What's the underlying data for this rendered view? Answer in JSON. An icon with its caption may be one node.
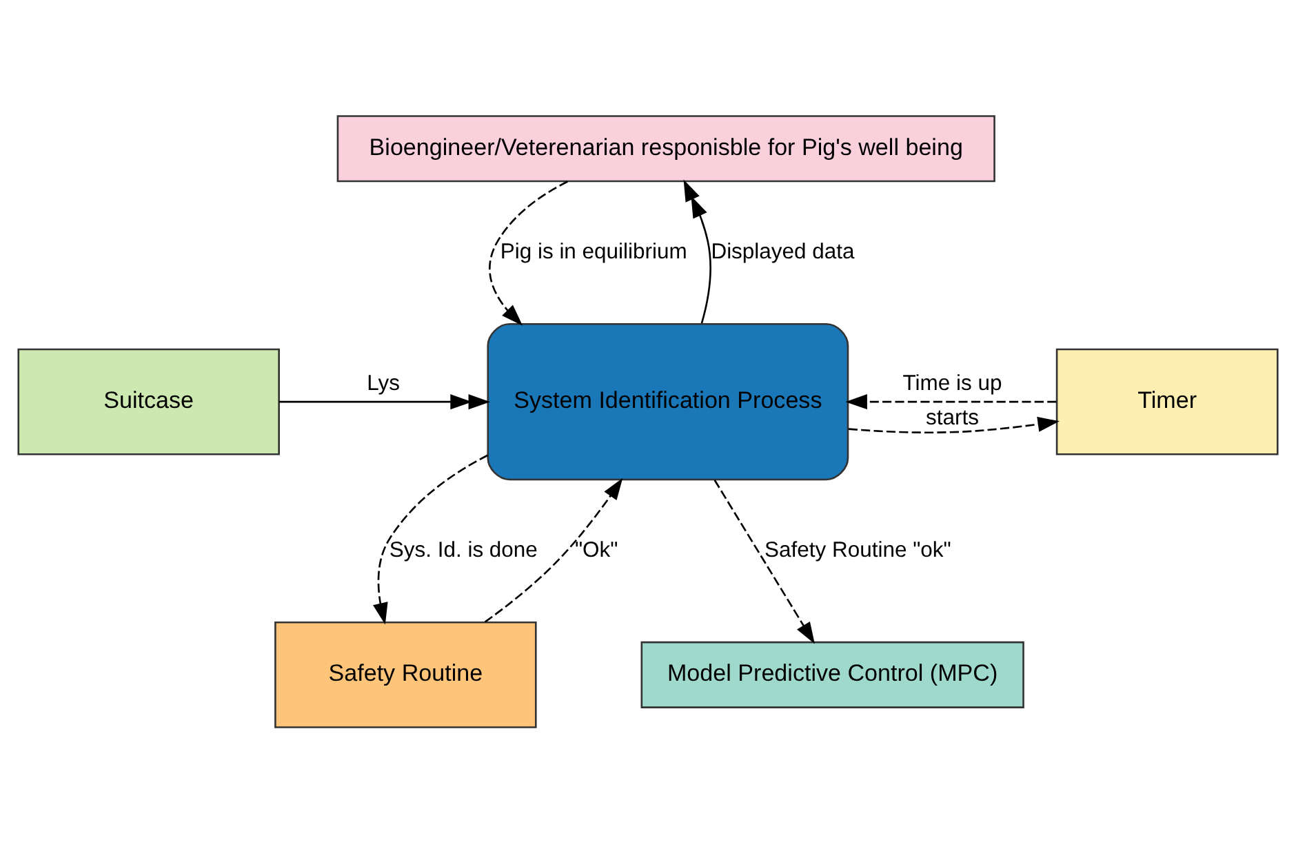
{
  "diagram": {
    "nodes": [
      {
        "text": [
          "Bioengineer/Veterenarian responisble for Pig's well being"
        ]
      },
      {
        "text": [
          "Timer"
        ]
      },
      {
        "text": [
          "System Identification Process"
        ]
      },
      {
        "text": [
          "Suitcase"
        ]
      },
      {
        "text": [
          "Safety Routine"
        ]
      },
      {
        "text": [
          "Model Predictive Control (MPC)"
        ]
      }
    ],
    "edges": [
      {
        "from": 0,
        "to": 2,
        "arrow": "to",
        "label": "Pig is in equilibrium",
        "style": "dashed"
      },
      {
        "from": 2,
        "to": 0,
        "arrow": "to",
        "label": "Displayed data"
      },
      {
        "from": 2,
        "to": 1,
        "arrow": "to",
        "label": "starts",
        "style": "dashed"
      },
      {
        "from": 1,
        "to": 2,
        "arrow": "to",
        "label": "Time is up",
        "style": "dashed"
      },
      {
        "from": 2,
        "to": 4,
        "arrow": "to",
        "label": "Sys. Id. is done",
        "style": "dashed"
      },
      {
        "from": 4,
        "to": 2,
        "arrow": "to",
        "label": "\"Ok\"",
        "style": "dashed"
      },
      {
        "from": 3,
        "to": 2,
        "arrow": "to",
        "label": "Lys"
      },
      {
        "from": 2,
        "to": 5,
        "arrow": "to",
        "label": "Safety Routine \"ok\"",
        "style": "dashed"
      }
    ]
  }
}
